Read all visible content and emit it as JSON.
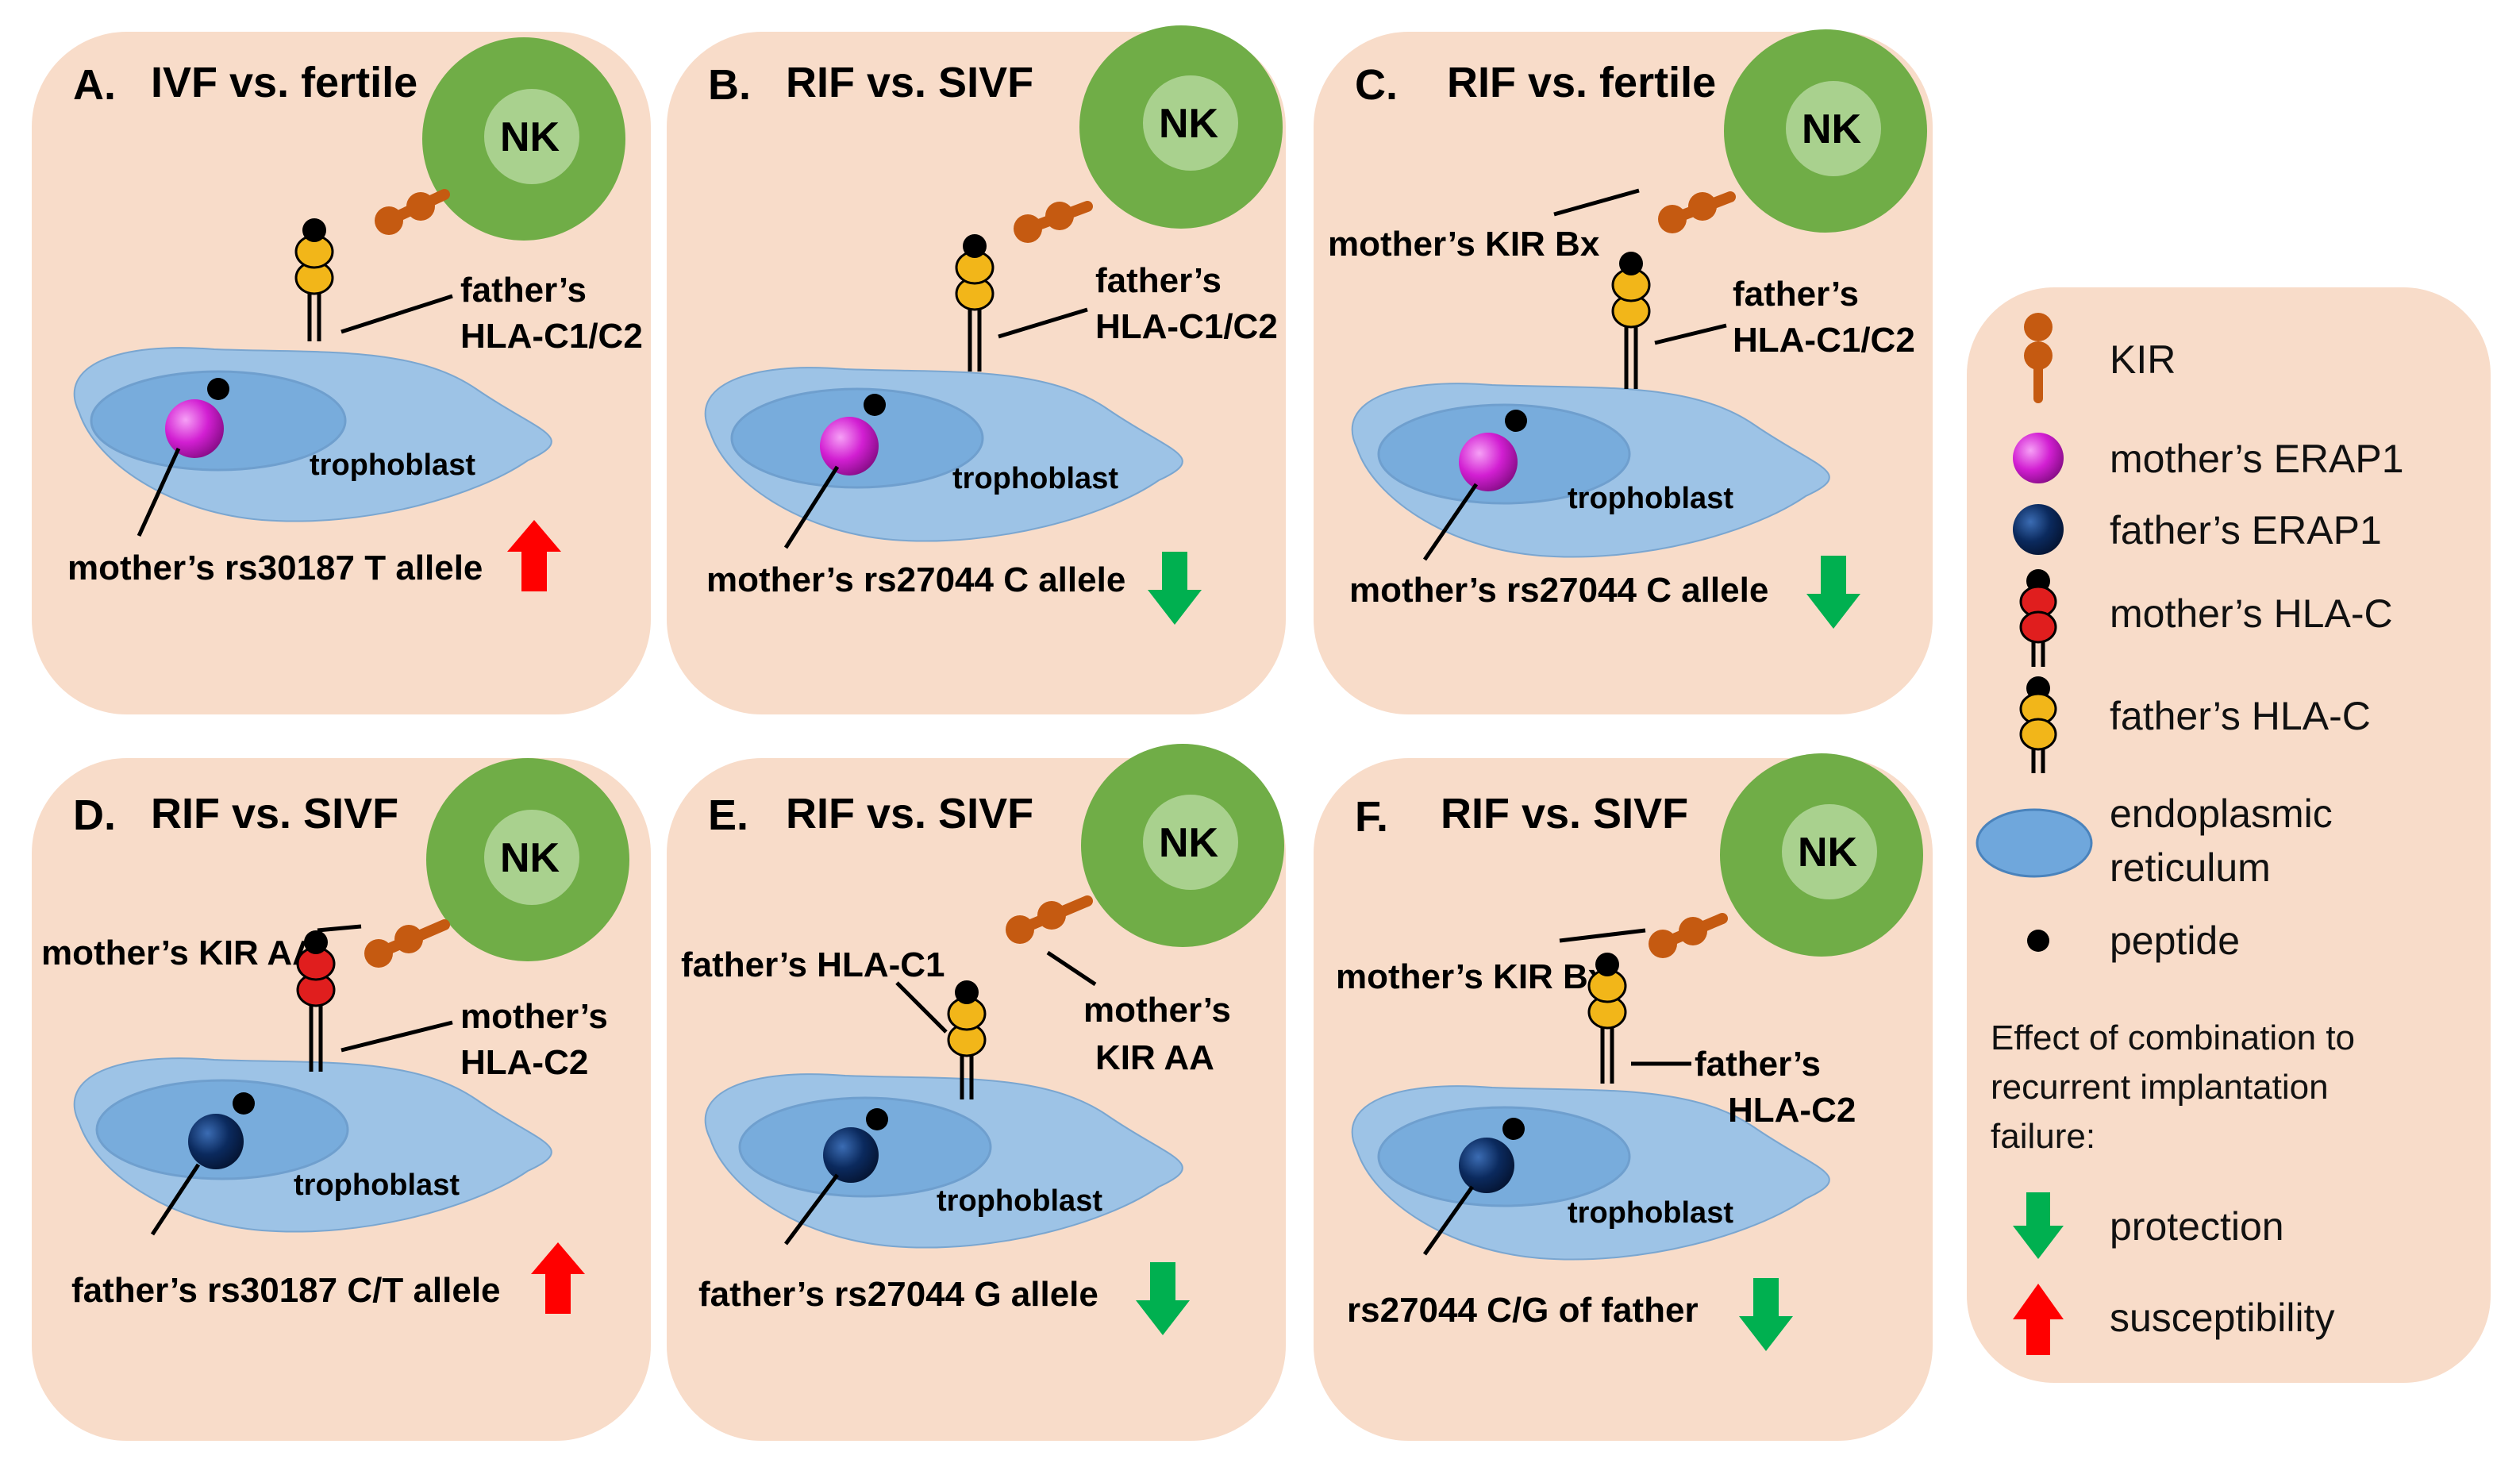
{
  "panels": [
    {
      "title_letter": "A.",
      "title_text": "IVF vs. fertile",
      "nk": "NK",
      "hla_text": [
        "father’s",
        "HLA-C1/C2"
      ],
      "trophoblast": "trophoblast",
      "allele": "mother’s rs30187 T allele",
      "effect": "susceptibility"
    },
    {
      "title_letter": "B.",
      "title_text": "RIF vs. SIVF",
      "nk": "NK",
      "hla_text": [
        "father’s",
        "HLA-C1/C2"
      ],
      "trophoblast": "trophoblast",
      "allele": "mother’s rs27044 C allele",
      "effect": "protection"
    },
    {
      "title_letter": "C.",
      "title_text": "RIF vs. fertile",
      "nk": "NK",
      "kir_text": [
        "mother’s KIR Bx"
      ],
      "hla_text": [
        "father’s",
        "HLA-C1/C2"
      ],
      "trophoblast": "trophoblast",
      "allele": "mother’s rs27044 C allele",
      "effect": "protection"
    },
    {
      "title_letter": "D.",
      "title_text": "RIF vs. SIVF",
      "nk": "NK",
      "kir_text": [
        "mother’s KIR AA"
      ],
      "hla_text": [
        "mother’s",
        "HLA-C2"
      ],
      "trophoblast": "trophoblast",
      "allele": "father’s rs30187 C/T allele",
      "effect": "susceptibility"
    },
    {
      "title_letter": "E.",
      "title_text": "RIF vs. SIVF",
      "nk": "NK",
      "kir_text": [
        "mother’s",
        "KIR AA"
      ],
      "hla_text": [
        "father’s HLA-C1"
      ],
      "trophoblast": "trophoblast",
      "allele": "father’s rs27044 G allele",
      "effect": "protection"
    },
    {
      "title_letter": "F.",
      "title_text": "RIF vs. SIVF",
      "nk": "NK",
      "kir_text": [
        "mother’s KIR Bx"
      ],
      "hla_text": [
        "father’s",
        "HLA-C2"
      ],
      "trophoblast": "trophoblast",
      "allele": "rs27044 C/G of father",
      "effect": "protection"
    }
  ],
  "legend": {
    "kir": "KIR",
    "mother_erap1": "mother’s ERAP1",
    "father_erap1": "father’s ERAP1",
    "mother_hlac": "mother’s HLA-C",
    "father_hlac": "father’s HLA-C",
    "er_line1": "endoplasmic",
    "er_line2": "reticulum",
    "peptide": "peptide",
    "effect_line1": "Effect of combination to",
    "effect_line2": "recurrent implantation",
    "effect_line3": "failure:",
    "protection": "protection",
    "susceptibility": "susceptibility"
  },
  "colors": {
    "panel_bg": "#f8dcc9",
    "nk_outer": "#70ad47",
    "nk_inner": "#a9d18e",
    "cell": "#9dc3e6",
    "nucleus": "#5b9bd5",
    "kir": "#c55a11",
    "mother_erap1": "#d21fd2",
    "father_erap1": "#0b2a5e",
    "mother_hla": "#e01e1e",
    "father_hla": "#f2b619",
    "arrow_up": "#ff0000",
    "arrow_down": "#00b050"
  },
  "icons": [
    "nk-cell-icon",
    "kir-receptor-icon",
    "hla-molecule-icon",
    "erap1-icon",
    "peptide-icon",
    "endoplasmic-reticulum-icon",
    "up-arrow-icon",
    "down-arrow-icon"
  ]
}
